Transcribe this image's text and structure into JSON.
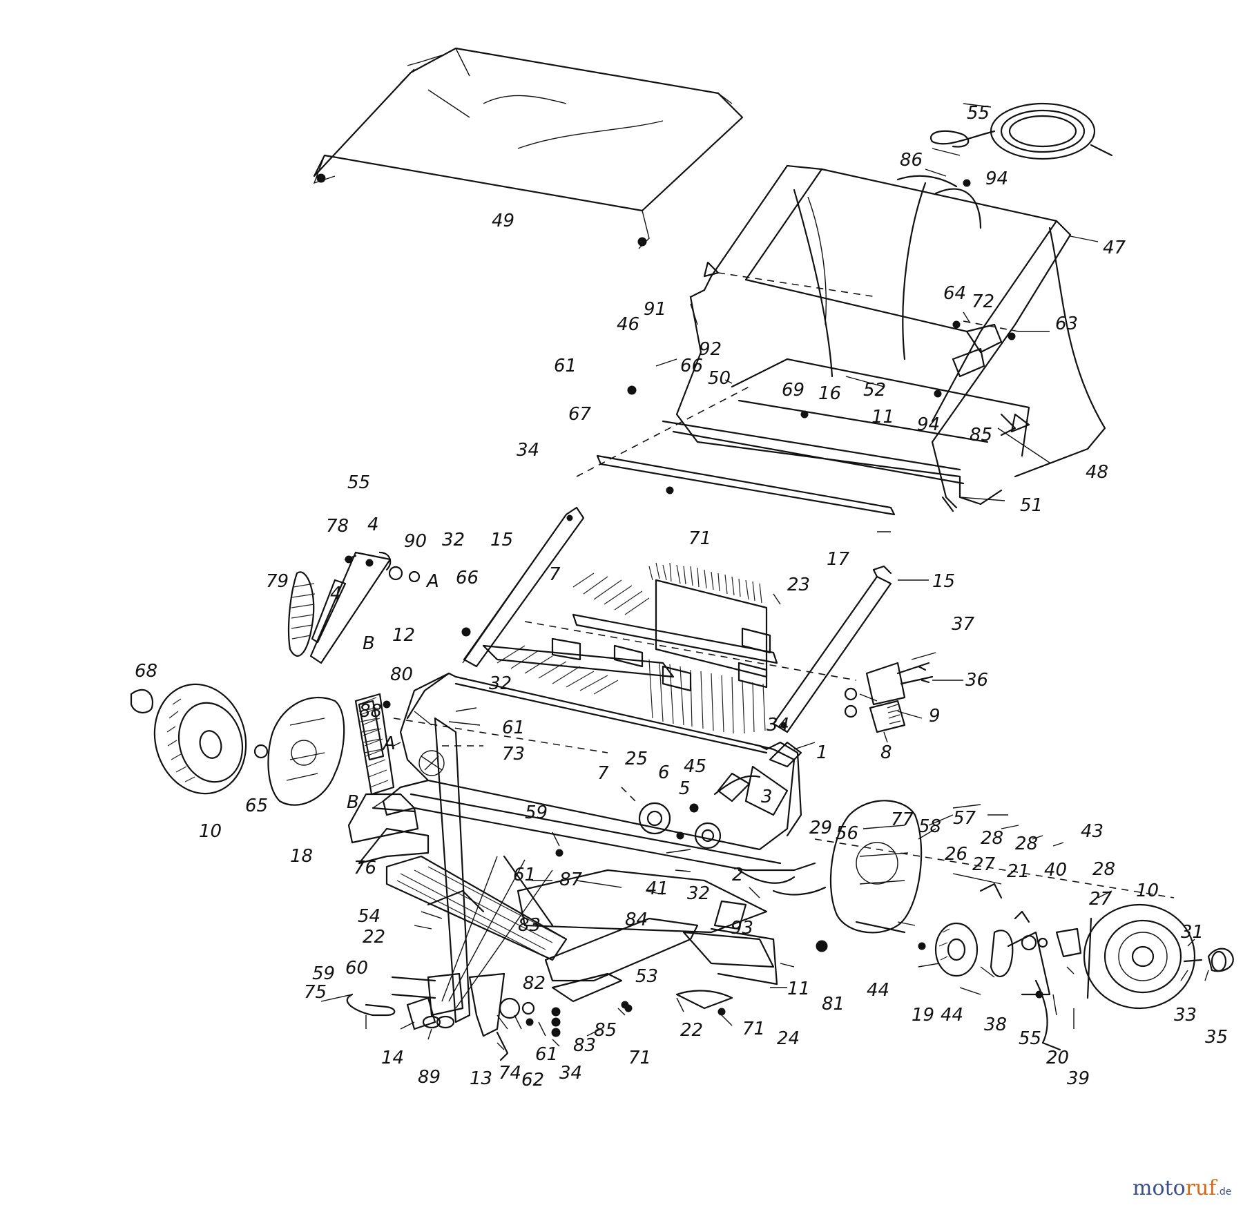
{
  "diagram": {
    "labels": [
      "55",
      "86",
      "94",
      "47",
      "49",
      "64",
      "72",
      "63",
      "46",
      "91",
      "92",
      "61",
      "66",
      "16",
      "52",
      "50",
      "69",
      "11",
      "94",
      "85",
      "48",
      "67",
      "34",
      "51",
      "71",
      "17",
      "55",
      "78",
      "4",
      "90",
      "32",
      "A",
      "15",
      "79",
      "4",
      "12",
      "B",
      "66",
      "7",
      "23",
      "15",
      "37",
      "36",
      "68",
      "80",
      "32",
      "61",
      "88",
      "A",
      "73",
      "34",
      "9",
      "8",
      "10",
      "65",
      "18",
      "B",
      "25",
      "6",
      "45",
      "1",
      "7",
      "5",
      "3",
      "59",
      "29",
      "56",
      "77",
      "58",
      "57",
      "28",
      "28",
      "43",
      "76",
      "61",
      "87",
      "41",
      "32",
      "2",
      "21",
      "26",
      "27",
      "40",
      "28",
      "27",
      "10",
      "54",
      "22",
      "83",
      "84",
      "93",
      "81",
      "44",
      "19",
      "44",
      "38",
      "55",
      "31",
      "60",
      "59",
      "75",
      "82",
      "53",
      "11",
      "22",
      "71",
      "24",
      "20",
      "39",
      "33",
      "35",
      "14",
      "89",
      "13",
      "74",
      "62",
      "61",
      "83",
      "85",
      "34",
      "71"
    ],
    "accent_color": "#111111"
  },
  "watermark": {
    "part1": "moto",
    "part2": "ruf",
    "suffix": ".de",
    "color1": "#3b4f8a",
    "color2": "#d06a1a"
  }
}
